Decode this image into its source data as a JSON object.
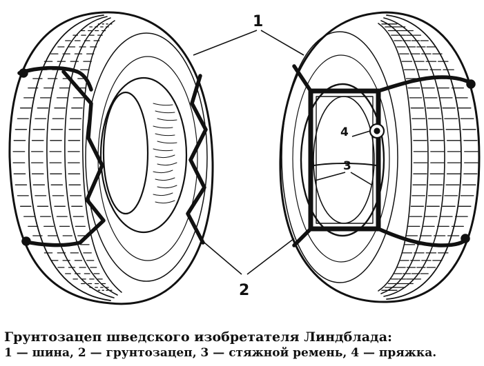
{
  "callouts": {
    "tire": "1",
    "traction_chain": "2",
    "tie_strap": "3",
    "buckle": "4"
  },
  "caption": {
    "title": "Грунтозацеп шведского изобретателя Линдблада:",
    "legend": "1 — шина, 2 — грунтозацеп, 3 — стяжной ремень, 4 — пряжка."
  },
  "colors": {
    "ink": "#111111",
    "paper": "#ffffff"
  }
}
